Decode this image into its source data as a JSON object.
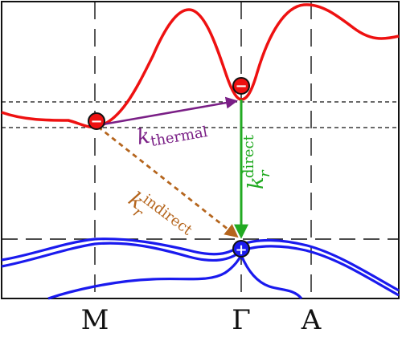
{
  "high_symmetry_points": [
    "M",
    "Γ",
    "A"
  ],
  "charges": {
    "electron": "−",
    "hole": "+"
  },
  "transitions": {
    "thermal": {
      "symbol": "k",
      "subscript": "thermal"
    },
    "direct": {
      "symbol": "k",
      "subscript": "r",
      "superscript": "direct"
    },
    "indirect": {
      "symbol": "k",
      "subscript": "r",
      "superscript": "indirect"
    }
  },
  "colors": {
    "conduction_band": "#ee1111",
    "valence_band": "#1a1aee",
    "thermal_arrow": "#7a1f86",
    "direct_arrow": "#22aa22",
    "indirect_arrow": "#b5651d",
    "electron_fill": "#ee1111",
    "hole_fill": "#1a1aee"
  }
}
